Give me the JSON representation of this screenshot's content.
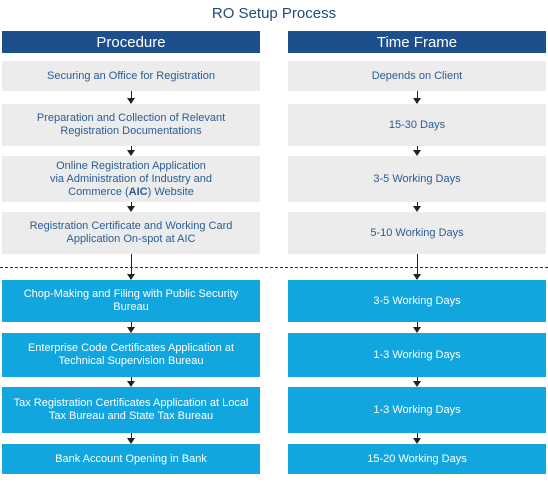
{
  "title": "RO Setup Process",
  "headers": {
    "procedure": "Procedure",
    "timeframe": "Time Frame"
  },
  "pre_steps": [
    {
      "procedure": "Securing an Office for Registration",
      "timeframe": "Depends on Client"
    },
    {
      "procedure": "Preparation and Collection of Relevant Registration Documentations",
      "timeframe": "15-30 Days"
    },
    {
      "procedure_line1": "Online Registration Application",
      "procedure_line2": "via Administration of Industry and",
      "procedure_pre": "Commerce (",
      "procedure_bold": "AIC",
      "procedure_post": ") Website",
      "timeframe": "3-5 Working Days"
    },
    {
      "procedure": "Registration Certificate and Working Card Application On-spot at AIC",
      "timeframe": "5-10 Working Days"
    }
  ],
  "post_steps": [
    {
      "procedure": "Chop-Making and Filing with Public Security Bureau",
      "timeframe": "3-5 Working Days"
    },
    {
      "procedure": "Enterprise Code Certificates Application at Technical Supervision Bureau",
      "timeframe": "1-3 Working Days"
    },
    {
      "procedure": "Tax Registration Certificates Application at Local Tax Bureau and State Tax Bureau",
      "timeframe": "1-3 Working Days"
    },
    {
      "procedure": "Bank Account Opening in Bank",
      "timeframe": "15-20 Working Days"
    }
  ],
  "colors": {
    "header": "#1d4f8c",
    "pre_box": "#ececec",
    "post_box": "#12a6df",
    "pre_text": "#2a5d95"
  }
}
